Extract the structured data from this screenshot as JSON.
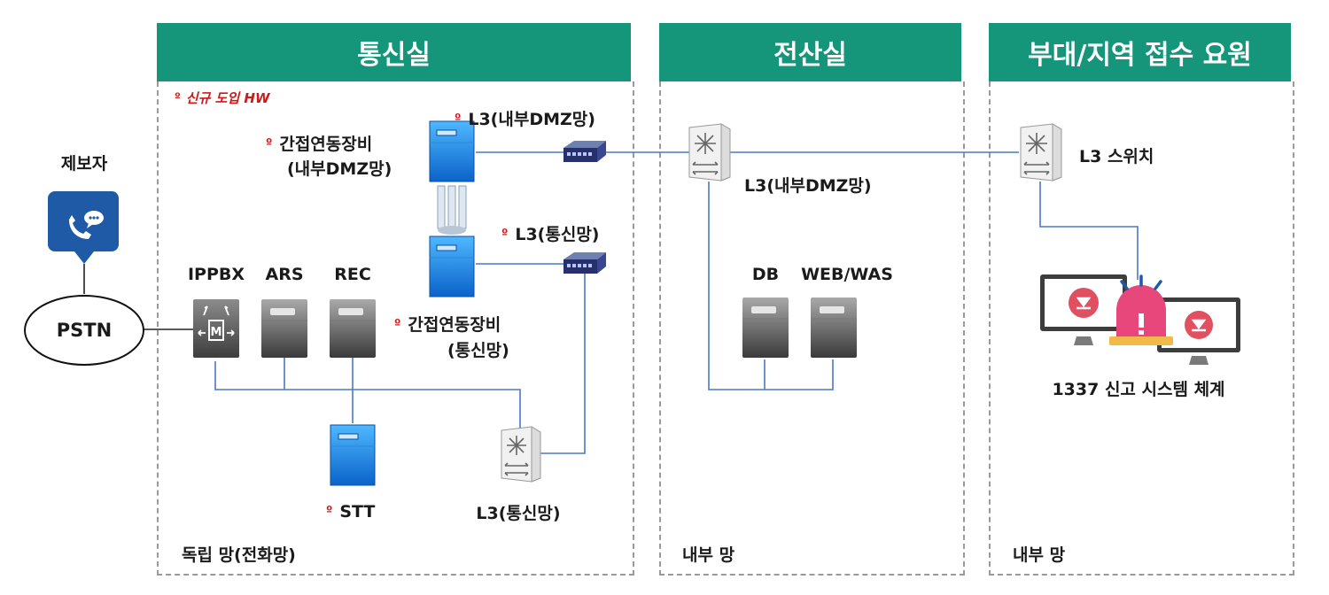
{
  "zones": {
    "comm_room": {
      "title": "통신실",
      "network": "독립 망(전화망)"
    },
    "computer_room": {
      "title": "전산실",
      "network": "내부 망"
    },
    "unit_staff": {
      "title": "부대/지역 접수 요원",
      "network": "내부 망"
    }
  },
  "legend": {
    "marker": "º",
    "text": "신규 도입 HW"
  },
  "nodes": {
    "reporter": "제보자",
    "pstn": "PSTN",
    "ippbx": "IPPBX",
    "ars": "ARS",
    "rec": "REC",
    "stt": "STT",
    "gw_dmz_line1": "간접연동장비",
    "gw_dmz_line2": "(내부DMZ망)",
    "gw_comm_line1": "간접연동장비",
    "gw_comm_line2": "(통신망)",
    "l3_dmz_comm": "L3(내부DMZ망)",
    "l3_comm_top": "L3(통신망)",
    "l3_comm_bottom": "L3(통신망)",
    "l3_dmz_computer": "L3(내부DMZ망)",
    "db": "DB",
    "web_was": "WEB/WAS",
    "l3_switch": "L3 스위치",
    "system_1337": "1337 신고 시스템 체계"
  },
  "colors": {
    "header": "#15967a",
    "link": "#4a78c8",
    "new_marker": "#d01818",
    "reporter_icon": "#1f5aa6"
  }
}
